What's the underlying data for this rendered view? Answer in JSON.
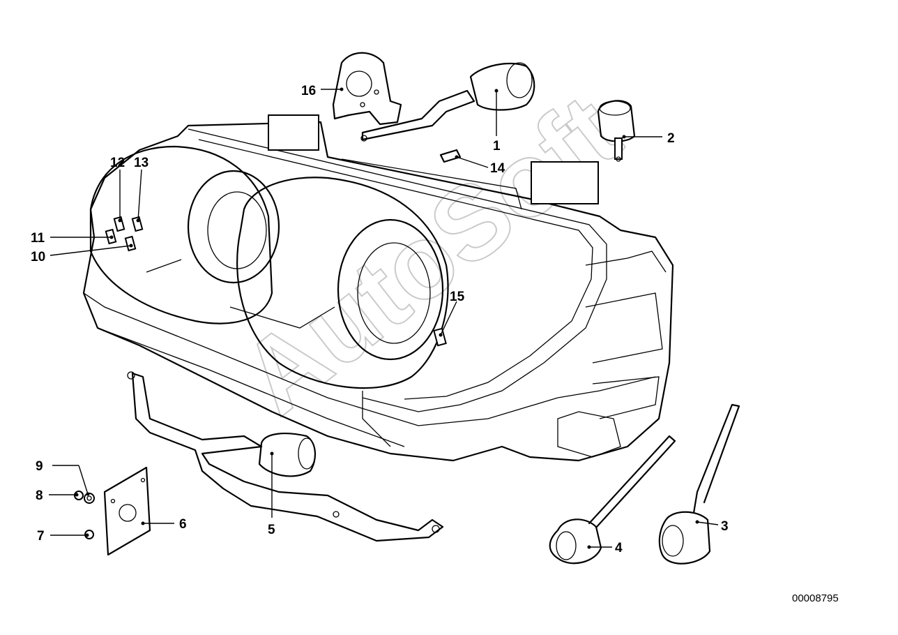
{
  "callouts": [
    {
      "id": "c1",
      "text": "1"
    },
    {
      "id": "c2",
      "text": "2"
    },
    {
      "id": "c3",
      "text": "3"
    },
    {
      "id": "c4",
      "text": "4"
    },
    {
      "id": "c5",
      "text": "5"
    },
    {
      "id": "c6",
      "text": "6"
    },
    {
      "id": "c7",
      "text": "7"
    },
    {
      "id": "c8",
      "text": "8"
    },
    {
      "id": "c9",
      "text": "9"
    },
    {
      "id": "c10",
      "text": "10"
    },
    {
      "id": "c11",
      "text": "11"
    },
    {
      "id": "c12",
      "text": "12"
    },
    {
      "id": "c13",
      "text": "13"
    },
    {
      "id": "c14",
      "text": "14"
    },
    {
      "id": "c15",
      "text": "15"
    },
    {
      "id": "c16",
      "text": "16"
    }
  ],
  "reference_number": "00008795",
  "watermark": "AutoSoft"
}
